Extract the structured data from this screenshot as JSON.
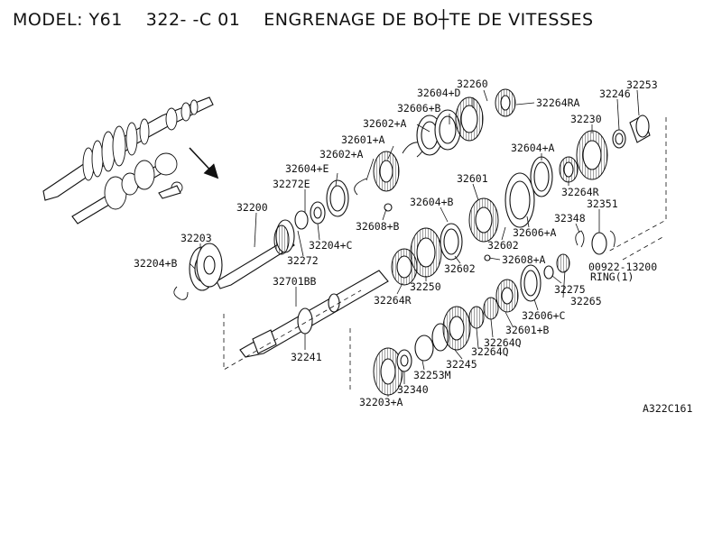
{
  "header": {
    "model": "MODEL: Y61",
    "section": "322-  -C 01",
    "name": "ENGRENAGE DE BO┼TE DE VITESSES"
  },
  "diagram_code": "A322C161",
  "ring_label": "RING(1)",
  "parts": [
    {
      "id": "p32260",
      "label": "32260"
    },
    {
      "id": "p32604D",
      "label": "32604+D"
    },
    {
      "id": "p32264RA",
      "label": "32264RA"
    },
    {
      "id": "p32606B",
      "label": "32606+B"
    },
    {
      "id": "p32602A1",
      "label": "32602+A"
    },
    {
      "id": "p32601A",
      "label": "32601+A"
    },
    {
      "id": "p32602A2",
      "label": "32602+A"
    },
    {
      "id": "p32604E",
      "label": "32604+E"
    },
    {
      "id": "p32272E",
      "label": "32272E"
    },
    {
      "id": "p32200",
      "label": "32200"
    },
    {
      "id": "p32203",
      "label": "32203"
    },
    {
      "id": "p32204B",
      "label": "32204+B"
    },
    {
      "id": "p32272",
      "label": "32272"
    },
    {
      "id": "p32204C",
      "label": "32204+C"
    },
    {
      "id": "p32608B",
      "label": "32608+B"
    },
    {
      "id": "p32604B",
      "label": "32604+B"
    },
    {
      "id": "p32601",
      "label": "32601"
    },
    {
      "id": "p32604A",
      "label": "32604+A"
    },
    {
      "id": "p32253",
      "label": "32253"
    },
    {
      "id": "p32246",
      "label": "32246"
    },
    {
      "id": "p32230",
      "label": "32230"
    },
    {
      "id": "p32264R1",
      "label": "32264R"
    },
    {
      "id": "p32351",
      "label": "32351"
    },
    {
      "id": "p32348",
      "label": "32348"
    },
    {
      "id": "p32606A",
      "label": "32606+A"
    },
    {
      "id": "p32602a",
      "label": "32602"
    },
    {
      "id": "p32608A",
      "label": "32608+A"
    },
    {
      "id": "p00922",
      "label": "00922-13200"
    },
    {
      "id": "p32602b",
      "label": "32602"
    },
    {
      "id": "p32250",
      "label": "32250"
    },
    {
      "id": "p32264R2",
      "label": "32264R"
    },
    {
      "id": "p32701BB",
      "label": "32701BB"
    },
    {
      "id": "p32275",
      "label": "32275"
    },
    {
      "id": "p32265",
      "label": "32265"
    },
    {
      "id": "p32606C",
      "label": "32606+C"
    },
    {
      "id": "p32601B",
      "label": "32601+B"
    },
    {
      "id": "p32264Q1",
      "label": "32264Q"
    },
    {
      "id": "p32264Q2",
      "label": "32264Q"
    },
    {
      "id": "p32241",
      "label": "32241"
    },
    {
      "id": "p32245",
      "label": "32245"
    },
    {
      "id": "p32253M",
      "label": "32253M"
    },
    {
      "id": "p32340",
      "label": "32340"
    },
    {
      "id": "p32203A",
      "label": "32203+A"
    }
  ]
}
